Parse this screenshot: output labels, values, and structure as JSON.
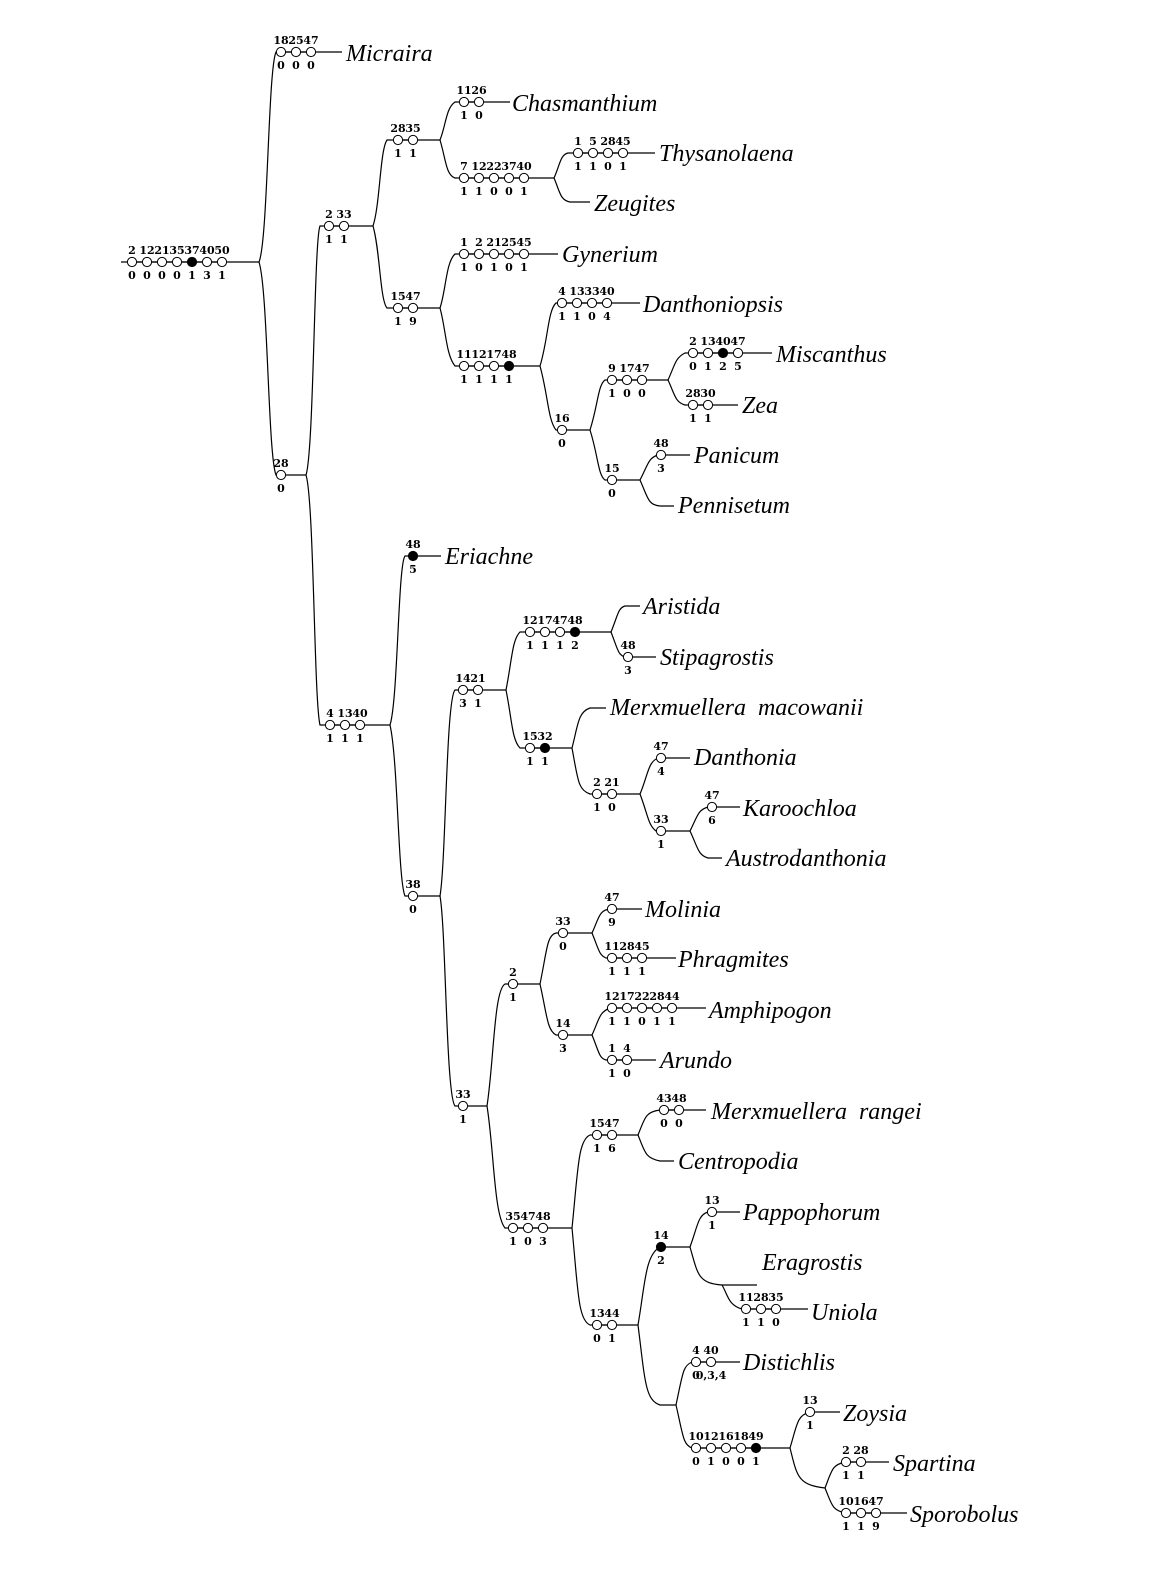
{
  "taxa": {
    "micraira": "Micraira",
    "chasmanthium": "Chasmanthium",
    "thysanolaena": "Thysanolaena",
    "zeugites": "Zeugites",
    "gynerium": "Gynerium",
    "danthoniopsis": "Danthoniopsis",
    "miscanthus": "Miscanthus",
    "zea": "Zea",
    "panicum": "Panicum",
    "pennisetum": "Pennisetum",
    "eriachne": "Eriachne",
    "aristida": "Aristida",
    "stipagrostis": "Stipagrostis",
    "merx_macowanii": "Merxmuellera  macowanii",
    "danthonia": "Danthonia",
    "karoochloa": "Karoochloa",
    "austrodanthonia": "Austrodanthonia",
    "molinia": "Molinia",
    "phragmites": "Phragmites",
    "amphipogon": "Amphipogon",
    "arundo": "Arundo",
    "merx_rangei": "Merxmuellera  rangei",
    "centropodia": "Centropodia",
    "pappophorum": "Pappophorum",
    "eragrostis": "Eragrostis",
    "uniola": "Uniola",
    "distichlis": "Distichlis",
    "zoysia": "Zoysia",
    "spartina": "Spartina",
    "sporobolus": "Sporobolus"
  },
  "characters": {
    "root": {
      "chars": [
        "2",
        "12",
        "21",
        "35",
        "37",
        "40",
        "50"
      ],
      "states": [
        "0",
        "0",
        "0",
        "0",
        "1",
        "3",
        "1"
      ],
      "filled": [
        false,
        false,
        false,
        false,
        true,
        false,
        false
      ]
    },
    "micraira": {
      "chars": [
        "18",
        "25",
        "47"
      ],
      "states": [
        "0",
        "0",
        "0"
      ],
      "filled": [
        false,
        false,
        false
      ]
    },
    "n2_33": {
      "chars": [
        "2",
        "33"
      ],
      "states": [
        "1",
        "1"
      ],
      "filled": [
        false,
        false
      ]
    },
    "n28": {
      "chars": [
        "28"
      ],
      "states": [
        "0"
      ],
      "filled": [
        false
      ]
    },
    "n28_35": {
      "chars": [
        "28",
        "35"
      ],
      "states": [
        "1",
        "1"
      ],
      "filled": [
        false,
        false
      ]
    },
    "chasmanthium": {
      "chars": [
        "11",
        "26"
      ],
      "states": [
        "1",
        "0"
      ],
      "filled": [
        false,
        false
      ]
    },
    "n7_40": {
      "chars": [
        "7",
        "12",
        "22",
        "37",
        "40"
      ],
      "states": [
        "1",
        "1",
        "0",
        "0",
        "1"
      ],
      "filled": [
        false,
        false,
        false,
        false,
        false
      ]
    },
    "thysanolaena": {
      "chars": [
        "1",
        "5",
        "28",
        "45"
      ],
      "states": [
        "1",
        "1",
        "0",
        "1"
      ],
      "filled": [
        false,
        false,
        false,
        false
      ]
    },
    "n15_47": {
      "chars": [
        "15",
        "47"
      ],
      "states": [
        "1",
        "9"
      ],
      "filled": [
        false,
        false
      ]
    },
    "gynerium": {
      "chars": [
        "1",
        "2",
        "21",
        "25",
        "45"
      ],
      "states": [
        "1",
        "0",
        "1",
        "0",
        "1"
      ],
      "filled": [
        false,
        false,
        false,
        false,
        false
      ]
    },
    "n11_48": {
      "chars": [
        "11",
        "12",
        "17",
        "48"
      ],
      "states": [
        "1",
        "1",
        "1",
        "1"
      ],
      "filled": [
        false,
        false,
        false,
        true
      ]
    },
    "danthoniopsis": {
      "chars": [
        "4",
        "13",
        "33",
        "40"
      ],
      "states": [
        "1",
        "1",
        "0",
        "4"
      ],
      "filled": [
        false,
        false,
        false,
        false
      ]
    },
    "n16": {
      "chars": [
        "16"
      ],
      "states": [
        "0"
      ],
      "filled": [
        false
      ]
    },
    "n9_47": {
      "chars": [
        "9",
        "17",
        "47"
      ],
      "states": [
        "1",
        "0",
        "0"
      ],
      "filled": [
        false,
        false,
        false
      ]
    },
    "miscanthus": {
      "chars": [
        "2",
        "13",
        "40",
        "47"
      ],
      "states": [
        "0",
        "1",
        "2",
        "5"
      ],
      "filled": [
        false,
        false,
        true,
        false
      ]
    },
    "zea": {
      "chars": [
        "28",
        "30"
      ],
      "states": [
        "1",
        "1"
      ],
      "filled": [
        false,
        false
      ]
    },
    "n15b": {
      "chars": [
        "15"
      ],
      "states": [
        "0"
      ],
      "filled": [
        false
      ]
    },
    "panicum": {
      "chars": [
        "48"
      ],
      "states": [
        "3"
      ],
      "filled": [
        false
      ]
    },
    "n4_13_40": {
      "chars": [
        "4",
        "13",
        "40"
      ],
      "states": [
        "1",
        "1",
        "1"
      ],
      "filled": [
        false,
        false,
        false
      ]
    },
    "eriachne": {
      "chars": [
        "48"
      ],
      "states": [
        "5"
      ],
      "filled": [
        true
      ]
    },
    "n38": {
      "chars": [
        "38"
      ],
      "states": [
        "0"
      ],
      "filled": [
        false
      ]
    },
    "n14_21": {
      "chars": [
        "14",
        "21"
      ],
      "states": [
        "3",
        "1"
      ],
      "filled": [
        false,
        false
      ]
    },
    "n12_48": {
      "chars": [
        "12",
        "17",
        "47",
        "48"
      ],
      "states": [
        "1",
        "1",
        "1",
        "2"
      ],
      "filled": [
        false,
        false,
        false,
        true
      ]
    },
    "stipagrostis": {
      "chars": [
        "48"
      ],
      "states": [
        "3"
      ],
      "filled": [
        false
      ]
    },
    "n15_32": {
      "chars": [
        "15",
        "32"
      ],
      "states": [
        "1",
        "1"
      ],
      "filled": [
        false,
        true
      ]
    },
    "n2_21": {
      "chars": [
        "2",
        "21"
      ],
      "states": [
        "1",
        "0"
      ],
      "filled": [
        false,
        false
      ]
    },
    "danthonia": {
      "chars": [
        "47"
      ],
      "states": [
        "4"
      ],
      "filled": [
        false
      ]
    },
    "n33a": {
      "chars": [
        "33"
      ],
      "states": [
        "1"
      ],
      "filled": [
        false
      ]
    },
    "karoochloa": {
      "chars": [
        "47"
      ],
      "states": [
        "6"
      ],
      "filled": [
        false
      ]
    },
    "n33b": {
      "chars": [
        "33"
      ],
      "states": [
        "1"
      ],
      "filled": [
        false
      ]
    },
    "n2b": {
      "chars": [
        "2"
      ],
      "states": [
        "1"
      ],
      "filled": [
        false
      ]
    },
    "n33c": {
      "chars": [
        "33"
      ],
      "states": [
        "0"
      ],
      "filled": [
        false
      ]
    },
    "molinia": {
      "chars": [
        "47"
      ],
      "states": [
        "9"
      ],
      "filled": [
        false
      ]
    },
    "phragmites": {
      "chars": [
        "11",
        "28",
        "45"
      ],
      "states": [
        "1",
        "1",
        "1"
      ],
      "filled": [
        false,
        false,
        false
      ]
    },
    "n14b": {
      "chars": [
        "14"
      ],
      "states": [
        "3"
      ],
      "filled": [
        false
      ]
    },
    "amphipogon": {
      "chars": [
        "12",
        "17",
        "22",
        "28",
        "44"
      ],
      "states": [
        "1",
        "1",
        "0",
        "1",
        "1"
      ],
      "filled": [
        false,
        false,
        false,
        false,
        false
      ]
    },
    "arundo": {
      "chars": [
        "1",
        "4"
      ],
      "states": [
        "1",
        "0"
      ],
      "filled": [
        false,
        false
      ]
    },
    "n35_48": {
      "chars": [
        "35",
        "47",
        "48"
      ],
      "states": [
        "1",
        "0",
        "3"
      ],
      "filled": [
        false,
        false,
        false
      ]
    },
    "n15_47b": {
      "chars": [
        "15",
        "47"
      ],
      "states": [
        "1",
        "6"
      ],
      "filled": [
        false,
        false
      ]
    },
    "merx_rangei": {
      "chars": [
        "43",
        "48"
      ],
      "states": [
        "0",
        "0"
      ],
      "filled": [
        false,
        false
      ]
    },
    "n13_44": {
      "chars": [
        "13",
        "44"
      ],
      "states": [
        "0",
        "1"
      ],
      "filled": [
        false,
        false
      ]
    },
    "n14c": {
      "chars": [
        "14"
      ],
      "states": [
        "2"
      ],
      "filled": [
        true
      ]
    },
    "pappophorum": {
      "chars": [
        "13"
      ],
      "states": [
        "1"
      ],
      "filled": [
        false
      ]
    },
    "uniola": {
      "chars": [
        "11",
        "28",
        "35"
      ],
      "states": [
        "1",
        "1",
        "0"
      ],
      "filled": [
        false,
        false,
        false
      ]
    },
    "distichlis": {
      "chars": [
        "4",
        "40"
      ],
      "states": [
        "0",
        "0,3,4"
      ],
      "filled": [
        false,
        false
      ]
    },
    "n10_49": {
      "chars": [
        "10",
        "12",
        "16",
        "18",
        "49"
      ],
      "states": [
        "0",
        "1",
        "0",
        "0",
        "1"
      ],
      "filled": [
        false,
        false,
        false,
        false,
        true
      ]
    },
    "zoysia": {
      "chars": [
        "13"
      ],
      "states": [
        "1"
      ],
      "filled": [
        false
      ]
    },
    "spartina": {
      "chars": [
        "2",
        "28"
      ],
      "states": [
        "1",
        "1"
      ],
      "filled": [
        false,
        false
      ]
    },
    "sporobolus": {
      "chars": [
        "10",
        "16",
        "47"
      ],
      "states": [
        "1",
        "1",
        "9"
      ],
      "filled": [
        false,
        false,
        false
      ]
    }
  }
}
